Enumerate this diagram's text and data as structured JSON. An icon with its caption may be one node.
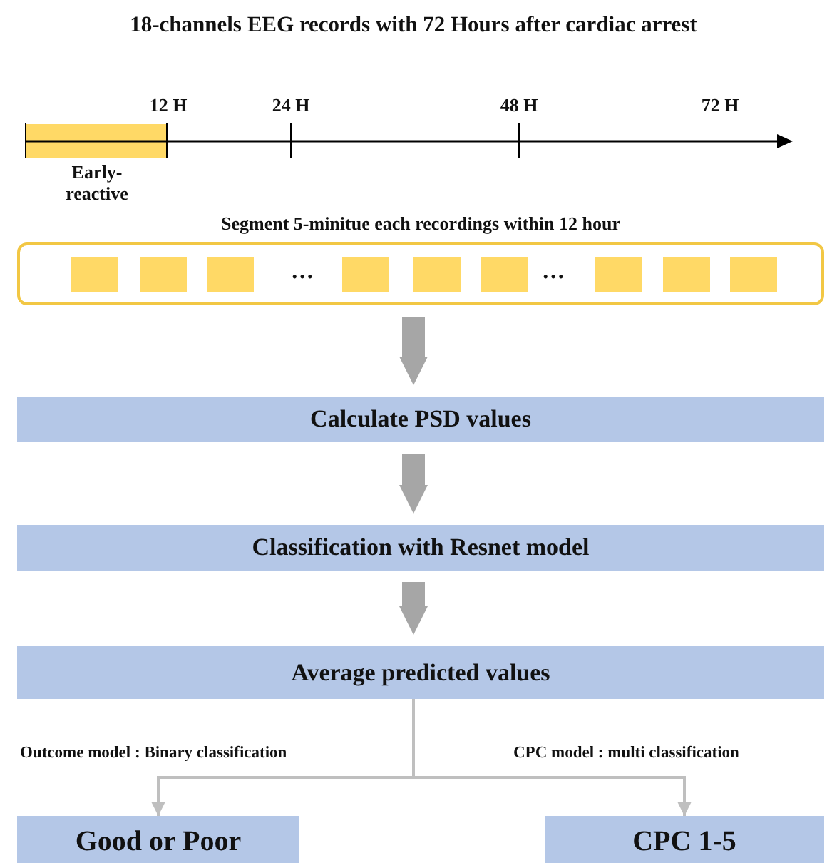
{
  "diagram": {
    "title": "18-channels EEG records with 72 Hours after cardiac arrest",
    "nodes": [
      {
        "text": [
          "Segment 5-minitue each recordings within 12 hour"
        ]
      },
      {
        "text": [],
        "shape": "box",
        "in": 0
      },
      {
        "text": [],
        "shape": "box",
        "in": 0
      },
      {
        "text": [],
        "shape": "box",
        "in": 0
      },
      {
        "text": [],
        "shape": "box",
        "in": 0
      },
      {
        "text": [],
        "shape": "box",
        "in": 0
      },
      {
        "text": [],
        "shape": "box",
        "in": 0
      },
      {
        "text": [],
        "shape": "box",
        "in": 0
      },
      {
        "text": [],
        "shape": "box",
        "in": 0
      },
      {
        "text": [],
        "shape": "box",
        "in": 0
      },
      {
        "text": [
          "Calculate PSD values"
        ]
      },
      {
        "text": [
          "Classification with Resnet model"
        ]
      },
      {
        "text": [
          "Average predicted values"
        ]
      },
      {
        "text": [
          "Good or Poor"
        ]
      },
      {
        "text": [
          "CPC 1-5"
        ]
      }
    ],
    "edges": [
      {
        "from": 0,
        "to": 10,
        "arrow": "to"
      },
      {
        "from": 10,
        "to": 11,
        "arrow": "to"
      },
      {
        "from": 11,
        "to": 12,
        "arrow": "to"
      },
      {
        "from": 12,
        "to": 13,
        "arrow": "to",
        "label": "Outcome model : Binary classification"
      },
      {
        "from": 12,
        "to": 14,
        "arrow": "to",
        "label": "CPC model : multi classification"
      }
    ],
    "labels": [
      "12 H",
      "24 H",
      "48 H",
      "72 H",
      "Early-reactive",
      "…",
      "…"
    ]
  }
}
